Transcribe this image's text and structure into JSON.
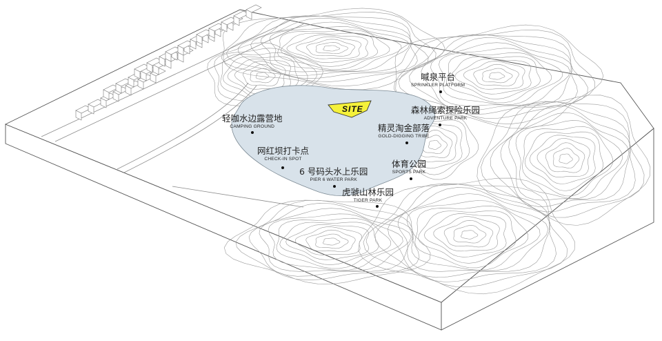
{
  "site": {
    "label": "SITE",
    "color": "#f5f13a"
  },
  "colors": {
    "lake": "#d8e2ea",
    "contour": "#9a9a9a",
    "base": "#ffffff"
  },
  "labels": [
    {
      "id": "sprinkler",
      "zh": "喊泉平台",
      "en": "SPRINKLER PLATFORM"
    },
    {
      "id": "adventure",
      "zh": "森林绳索探险乐园",
      "en": "ADVENTURE PARK"
    },
    {
      "id": "gold",
      "zh": "精灵淘金部落",
      "en": "GOLD-DIGGING TRIBE"
    },
    {
      "id": "camping",
      "zh": "轻咖水边露营地",
      "en": "CAMPING GROUND"
    },
    {
      "id": "checkin",
      "zh": "网红坝打卡点",
      "en": "CHECK-IN SPOT"
    },
    {
      "id": "sports",
      "zh": "体育公园",
      "en": "SPORTS PARK"
    },
    {
      "id": "pier",
      "zh": "6 号码头水上乐园",
      "en": "PIER 6 WATER PARK"
    },
    {
      "id": "tiger",
      "zh": "虎虢山林乐园",
      "en": "TIGER PARK"
    }
  ]
}
